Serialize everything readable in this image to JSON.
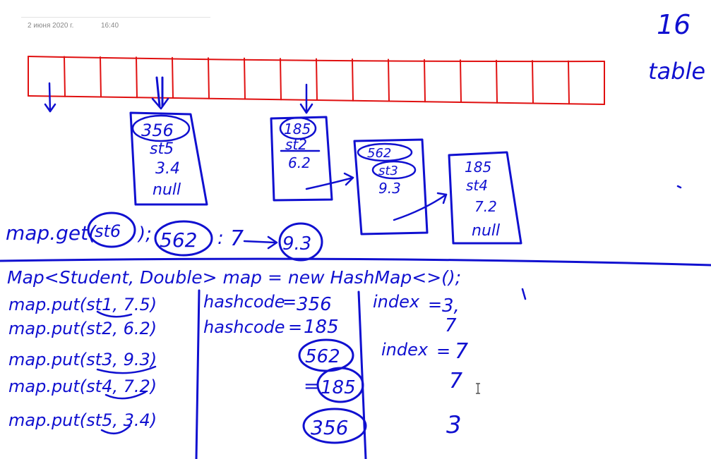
{
  "header": {
    "date": "2 июня 2020 г.",
    "time": "16:40"
  },
  "notes": {
    "count": "16",
    "table_label": "table",
    "bucket_a": [
      "356",
      "st5",
      "3.4",
      "null"
    ],
    "bucket_b": [
      "185",
      "st2",
      "6.2"
    ],
    "bucket_c": [
      "562",
      "st3",
      "9.3"
    ],
    "bucket_d": [
      "185",
      "st4",
      "7.2",
      "null"
    ],
    "get_call": "map.get(",
    "get_arg": "st6",
    "get_hash": "562",
    "get_index": "7",
    "get_result": "9.3",
    "decl": "Map<Student, Double> map = new HashMap<>();",
    "puts": [
      "map.put(st1, 7.5)",
      "map.put(st2, 6.2)",
      "map.put(st3, 9.3)",
      "map.put(st4, 7.2)",
      "map.put(st5, 3.4)"
    ],
    "hashcode_label": "hashcode",
    "hashes": [
      "356",
      "185",
      "562",
      "185",
      "356"
    ],
    "index_label": "index",
    "index_values": [
      "3,",
      "7",
      "7",
      "7",
      "3"
    ]
  }
}
